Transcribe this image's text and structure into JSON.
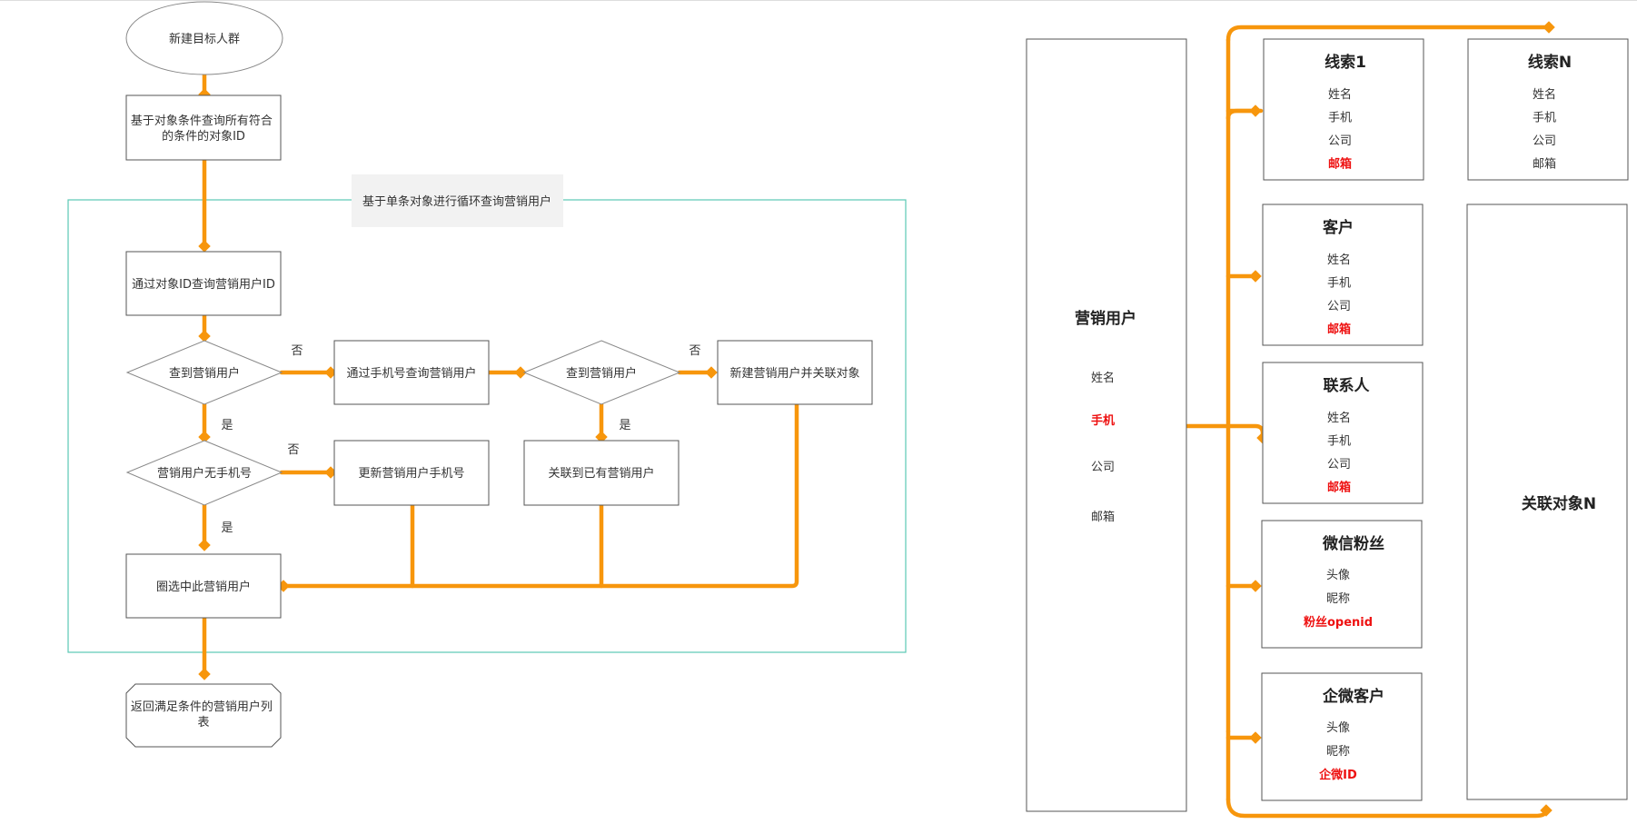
{
  "flowchart": {
    "start": "新建目标人群",
    "query_all": "基于对象条件查询所有符合的条件的对象ID",
    "loop_label": "基于单条对象进行循环查询营销用户",
    "query_by_id": "通过对象ID查询营销用户ID",
    "decision_found_1": "查到营销用户",
    "query_by_phone": "通过手机号查询营销用户",
    "decision_found_2": "查到营销用户",
    "create_new": "新建营销用户并关联对象",
    "decision_no_phone": "营销用户无手机号",
    "update_phone": "更新营销用户手机号",
    "link_existing": "关联到已有营销用户",
    "select_user": "圈选中此营销用户",
    "return_list": "返回满足条件的营销用户列表",
    "label_no": "否",
    "label_yes": "是"
  },
  "relation": {
    "main": {
      "title": "营销用户",
      "fields": [
        "姓名",
        "手机",
        "公司",
        "邮箱"
      ],
      "highlight": "手机"
    },
    "clue1": {
      "title": "线索1",
      "fields": [
        "姓名",
        "手机",
        "公司",
        "邮箱"
      ],
      "highlight": "邮箱"
    },
    "clueN": {
      "title": "线索N",
      "fields": [
        "姓名",
        "手机",
        "公司",
        "邮箱"
      ],
      "highlight": ""
    },
    "customer": {
      "title": "客户",
      "fields": [
        "姓名",
        "手机",
        "公司",
        "邮箱"
      ],
      "highlight": "邮箱"
    },
    "contact": {
      "title": "联系人",
      "fields": [
        "姓名",
        "手机",
        "公司",
        "邮箱"
      ],
      "highlight": "邮箱"
    },
    "wechat_fan": {
      "title": "微信粉丝",
      "fields": [
        "头像",
        "昵称",
        "粉丝openid"
      ],
      "highlight": "粉丝openid"
    },
    "wework_customer": {
      "title": "企微客户",
      "fields": [
        "头像",
        "昵称",
        "企微ID"
      ],
      "highlight": "企微ID"
    },
    "related_n": {
      "title": "关联对象N"
    }
  },
  "colors": {
    "connector": "#f7960c",
    "highlight": "#ee1111",
    "loop_border": "#5bc8b5",
    "node_border": "#555555"
  }
}
